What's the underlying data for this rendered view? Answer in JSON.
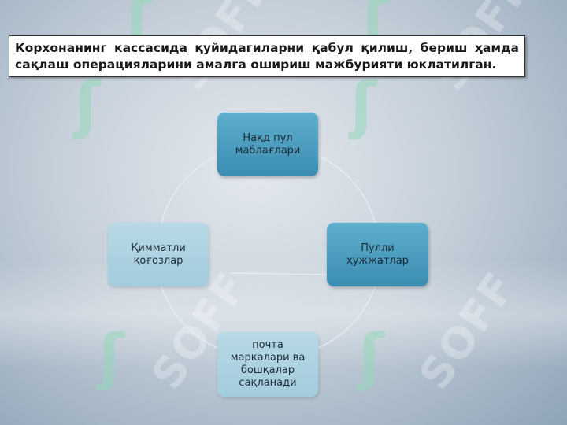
{
  "title": "Корхонанинг кассасида қуйидагиларни қабул қилиш, бериш ҳамда сақлаш операцияларини амалга ошириш мажбурияти юклатилган.",
  "cycle": {
    "nodes": [
      {
        "id": "cash",
        "label": "Нақд пул маблағлари"
      },
      {
        "id": "docs",
        "label": "Пулли ҳужжатлар"
      },
      {
        "id": "stamps",
        "label": "почта маркалари ва бошқалар сақланади"
      },
      {
        "id": "securities",
        "label": "Қимматли қоғозлар"
      }
    ]
  },
  "watermark": {
    "glyph": "ʃ",
    "text": "SOFF"
  },
  "colors": {
    "node_dark": "#3b8db1",
    "node_light": "#a3ccdc",
    "connector": "#e6edf2"
  }
}
